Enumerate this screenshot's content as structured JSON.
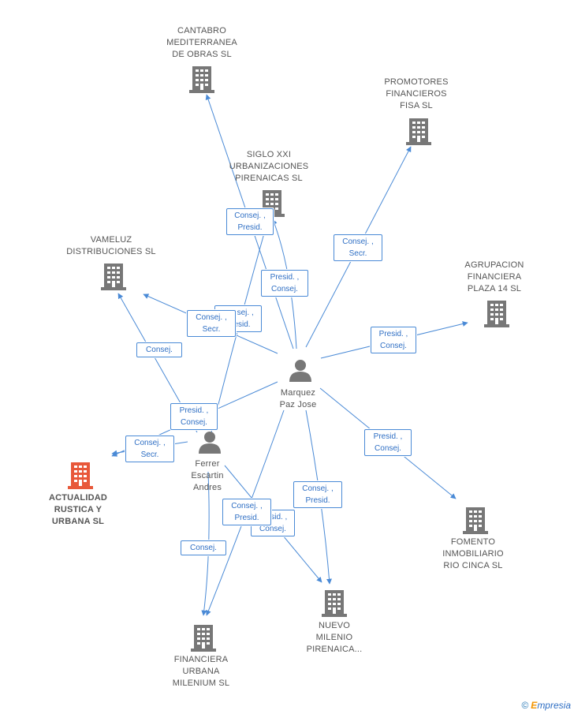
{
  "colors": {
    "edge": "#4a8ad6",
    "building": "#777777",
    "focus_building": "#e8583a",
    "person": "#777777"
  },
  "companies": [
    {
      "id": "cantabro",
      "label": "CANTABRO\nMEDITERRANEA\nDE OBRAS SL"
    },
    {
      "id": "promotores",
      "label": "PROMOTORES\nFINANCIEROS\nFISA SL"
    },
    {
      "id": "siglo",
      "label": "SIGLO XXI\nURBANIZACIONES\nPIRENAICAS SL"
    },
    {
      "id": "vameluz",
      "label": "VAMELUZ\nDISTRIBUCIONES SL"
    },
    {
      "id": "agrupacion",
      "label": "AGRUPACION\nFINANCIERA\nPLAZA 14 SL"
    },
    {
      "id": "actualidad",
      "label": "ACTUALIDAD\nRUSTICA Y\nURBANA SL",
      "focus": true
    },
    {
      "id": "fomento",
      "label": "FOMENTO\nINMOBILIARIO\nRIO CINCA SL"
    },
    {
      "id": "nuevo",
      "label": "NUEVO\nMILENIO\nPIRENAICA..."
    },
    {
      "id": "financiera",
      "label": "FINANCIERA\nURBANA\nMILENIUM SL"
    }
  ],
  "people": [
    {
      "id": "marquez",
      "label": "Marquez\nPaz Jose"
    },
    {
      "id": "ferrer",
      "label": "Ferrer\nEscartin\nAndres"
    }
  ],
  "relations": [
    {
      "id": "r1",
      "label": "Consej. ,\nPresid."
    },
    {
      "id": "r2",
      "label": "Presid. ,\nConsej."
    },
    {
      "id": "r3",
      "label": "Consej. ,\nPresid."
    },
    {
      "id": "r4",
      "label": "Consej. ,\nSecr."
    },
    {
      "id": "r5",
      "label": "Consej. ,\nSecr."
    },
    {
      "id": "r6",
      "label": "Consej."
    },
    {
      "id": "r7",
      "label": "Presid. ,\nConsej."
    },
    {
      "id": "r8",
      "label": "Presid. ,\nConsej."
    },
    {
      "id": "r9",
      "label": "Consej. ,\nSecr."
    },
    {
      "id": "r10",
      "label": "Presid. ,\nConsej."
    },
    {
      "id": "r11",
      "label": "Consej. ,\nPresid."
    },
    {
      "id": "r12",
      "label": "Presid. ,\nConsej."
    },
    {
      "id": "r13",
      "label": "Consej. ,\nPresid."
    },
    {
      "id": "r14",
      "label": "Consej."
    }
  ],
  "brand": {
    "symbol": "©",
    "first_letter": "E",
    "rest": "mpresia"
  }
}
